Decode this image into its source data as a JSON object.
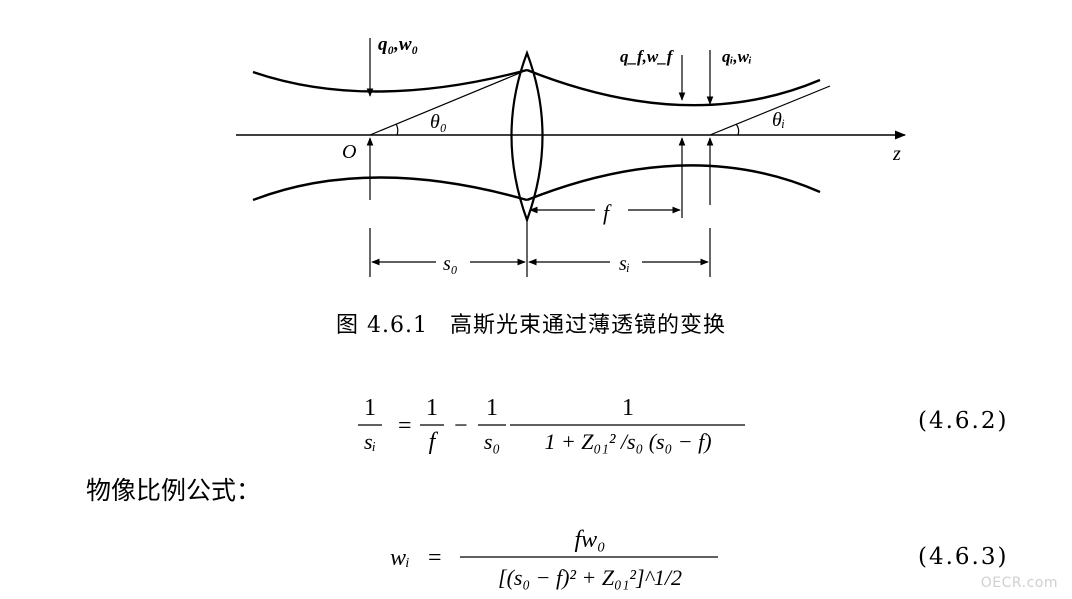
{
  "figure": {
    "labels": {
      "q0w0": "q₀,w₀",
      "qfwf": "q_f,w_f",
      "qiwi": "qᵢ,wᵢ",
      "origin": "O",
      "theta0": "θ₀",
      "thetai": "θᵢ",
      "z_axis": "z",
      "f": "f",
      "s0": "s₀",
      "si": "sᵢ"
    },
    "caption_number": "图 4.6.1",
    "caption_text": "高斯光束通过薄透镜的变换"
  },
  "equation_4_6_2": {
    "number": "(4.6.2)",
    "lhs_num": "1",
    "lhs_den": "sᵢ",
    "t1_num": "1",
    "t1_den": "f",
    "t2_num": "1",
    "t2_den": "s₀",
    "t3_num": "1",
    "t3_den": "1 + Z₀₁² /s₀ (s₀ − f)"
  },
  "body_text": "物像比例公式：",
  "equation_4_6_3": {
    "number": "(4.6.3)",
    "lhs": "wᵢ",
    "num": "fw₀",
    "den": "[(s₀ − f)² + Z₀₁²]^1/2"
  },
  "watermark": "OECR.com"
}
